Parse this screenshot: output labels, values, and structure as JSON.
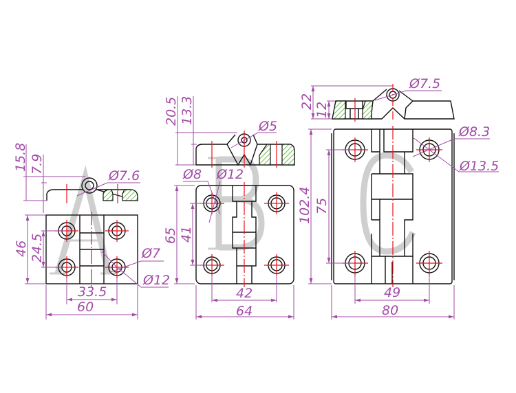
{
  "hinges": [
    {
      "letter": "A",
      "dims": {
        "width": "60",
        "hole_spacing_x": "33.5",
        "height": "46",
        "hole_spacing_y": "24.5",
        "total_thickness": "15.8",
        "plate_thickness": "7.9",
        "pin_dia": "Ø7.6",
        "hole_dia": "Ø7",
        "counterbore_dia": "Ø12"
      }
    },
    {
      "letter": "B",
      "dims": {
        "width": "64",
        "hole_spacing_x": "42",
        "height": "65",
        "hole_spacing_y": "41",
        "total_thickness": "20.5",
        "plate_thickness": "13.3",
        "pin_dia": "Ø5",
        "hole_dia": "Ø8",
        "counterbore_dia": "Ø12"
      }
    },
    {
      "letter": "C",
      "dims": {
        "width": "80",
        "hole_spacing_x": "49",
        "height": "102.4",
        "hole_spacing_y": "75",
        "total_thickness": "22",
        "plate_thickness": "12",
        "pin_dia": "Ø7.5",
        "hole_dia": "Ø8.3",
        "counterbore_dia": "Ø13.5"
      }
    }
  ],
  "colors": {
    "dimension": "#a24aa6",
    "centerline": "#e8101a",
    "outline": "#111111",
    "hatch": "#6cc04a"
  }
}
